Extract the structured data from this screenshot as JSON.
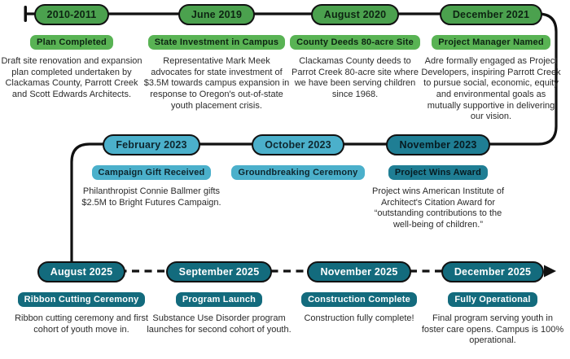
{
  "title": "Parrott Creek campus timeline infographic",
  "colors": {
    "green_pill": "#4BA14E",
    "green_badge": "#59B354",
    "teal_light": "#4BB0CB",
    "teal_mid": "#1F7E94",
    "teal_deep": "#136B7D",
    "line": "#111111",
    "text": "#2b2b2b"
  },
  "icons": {
    "start_tick": "timeline-start-tick",
    "arrow": "right-arrow-icon"
  },
  "events": [
    {
      "date": "2010-2011",
      "badge": "Plan Completed",
      "desc": "Draft site renovation and expansion plan completed undertaken by Clackamas County, Parrott Creek and Scott Edwards Architects."
    },
    {
      "date": "June 2019",
      "badge": "State Investment in Campus",
      "desc": "Representative Mark Meek advocates for state investment of $3.5M towards campus expansion in response to Oregon's out-of-state youth placement crisis."
    },
    {
      "date": "August 2020",
      "badge": "County Deeds 80-acre Site",
      "desc": "Clackamas County deeds to Parrot Creek 80-acre site where we have been serving children since 1968."
    },
    {
      "date": "December 2021",
      "badge": "Project Manager Named",
      "desc": "Adre formally engaged as Project Developers, inspiring Parrott Creek to pursue social, economic, equity and environmental goals as mutually supportive in delivering our vision."
    },
    {
      "date": "February 2023",
      "badge": "Campaign Gift Received",
      "desc": "Philanthropist Connie Ballmer gifts $2.5M to Bright Futures Campaign."
    },
    {
      "date": "October 2023",
      "badge": "Groundbreaking Ceremony",
      "desc": ""
    },
    {
      "date": "November 2023",
      "badge": "Project Wins Award",
      "desc": "Project wins American Institute of Architect's Citation Award for “outstanding contributions to the well-being of children.”"
    },
    {
      "date": "August 2025",
      "badge": "Ribbon Cutting Ceremony",
      "desc": "Ribbon cutting ceremony and first cohort of youth move in."
    },
    {
      "date": "September 2025",
      "badge": "Program Launch",
      "desc": "Substance Use Disorder program launches for second cohort of youth."
    },
    {
      "date": "November 2025",
      "badge": "Construction Complete",
      "desc": "Construction fully complete!"
    },
    {
      "date": "December 2025",
      "badge": "Fully Operational",
      "desc": "Final program serving youth in foster care opens. Campus is 100% operational."
    }
  ]
}
